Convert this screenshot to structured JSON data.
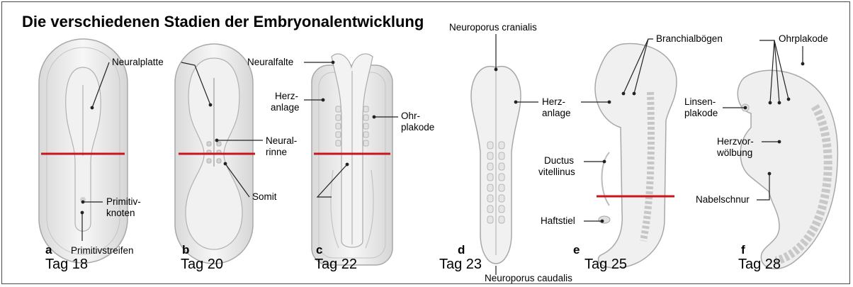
{
  "title": "Die verschiedenen Stadien der Embryonalentwicklung",
  "colors": {
    "cut_line": "#c8161d",
    "embryo_fill": "#ececec",
    "embryo_stroke": "#a8a8a8",
    "leader": "#222222"
  },
  "stages": [
    {
      "letter": "a",
      "day": "Tag 18"
    },
    {
      "letter": "b",
      "day": "Tag 20"
    },
    {
      "letter": "c",
      "day": "Tag 22"
    },
    {
      "letter": "d",
      "day": "Tag 23"
    },
    {
      "letter": "e",
      "day": "Tag 25"
    },
    {
      "letter": "f",
      "day": "Tag 28"
    }
  ],
  "labels": {
    "neuralplatte": "Neuralplatte",
    "primitivknoten_1": "Primitiv-",
    "primitivknoten_2": "knoten",
    "primitivstreifen": "Primitivstreifen",
    "neuralrinne_1": "Neural-",
    "neuralrinne_2": "rinne",
    "somit": "Somit",
    "neuralfalte": "Neuralfalte",
    "herzanlage_c_1": "Herz-",
    "herzanlage_c_2": "anlage",
    "ohrplakode_c_1": "Ohr-",
    "ohrplakode_c_2": "plakode",
    "neuroporus_cranialis": "Neuroporus cranialis",
    "neuroporus_caudalis": "Neuroporus caudalis",
    "herzanlage_d_1": "Herz-",
    "herzanlage_d_2": "anlage",
    "branchialboegen": "Branchialbögen",
    "ductus_1": "Ductus",
    "ductus_2": "vitellinus",
    "haftstiel": "Haftstiel",
    "ohrplakode_f": "Ohrplakode",
    "linsenplakode_1": "Linsen-",
    "linsenplakode_2": "plakode",
    "herzvorwoelbung_1": "Herzvor-",
    "herzvorwoelbung_2": "wölbung",
    "nabelschnur": "Nabelschnur"
  }
}
